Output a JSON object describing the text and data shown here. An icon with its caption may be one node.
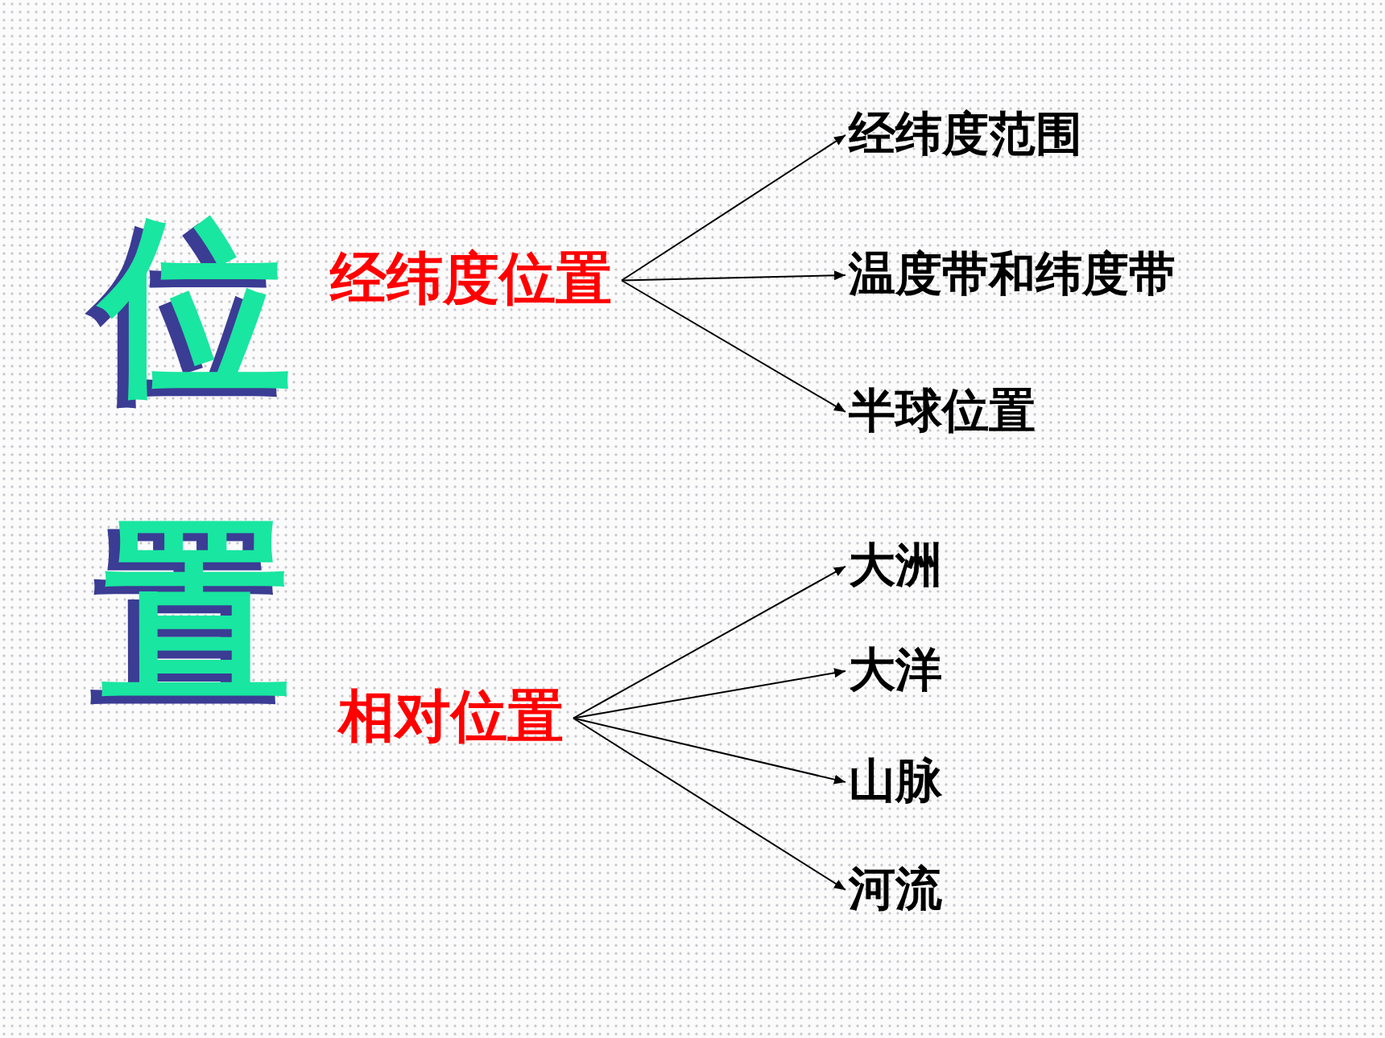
{
  "diagram": {
    "title": "位置",
    "nodes": [
      {
        "text": [
          "经纬度位置"
        ]
      },
      {
        "text": [
          "经纬度范围"
        ]
      },
      {
        "text": [
          "温度带和纬度带"
        ]
      },
      {
        "text": [
          "半球位置"
        ]
      },
      {
        "text": [
          "相对位置"
        ]
      },
      {
        "text": [
          "大洲"
        ]
      },
      {
        "text": [
          "大洋"
        ]
      },
      {
        "text": [
          "山脉"
        ]
      },
      {
        "text": [
          "河流"
        ]
      }
    ],
    "edges": [
      {
        "from": 0,
        "to": 1,
        "arrow": "to"
      },
      {
        "from": 0,
        "to": 2,
        "arrow": "to"
      },
      {
        "from": 0,
        "to": 3,
        "arrow": "to"
      },
      {
        "from": 4,
        "to": 5,
        "arrow": "to"
      },
      {
        "from": 4,
        "to": 6,
        "arrow": "to"
      },
      {
        "from": 4,
        "to": 7,
        "arrow": "to"
      },
      {
        "from": 4,
        "to": 8,
        "arrow": "to"
      }
    ]
  }
}
